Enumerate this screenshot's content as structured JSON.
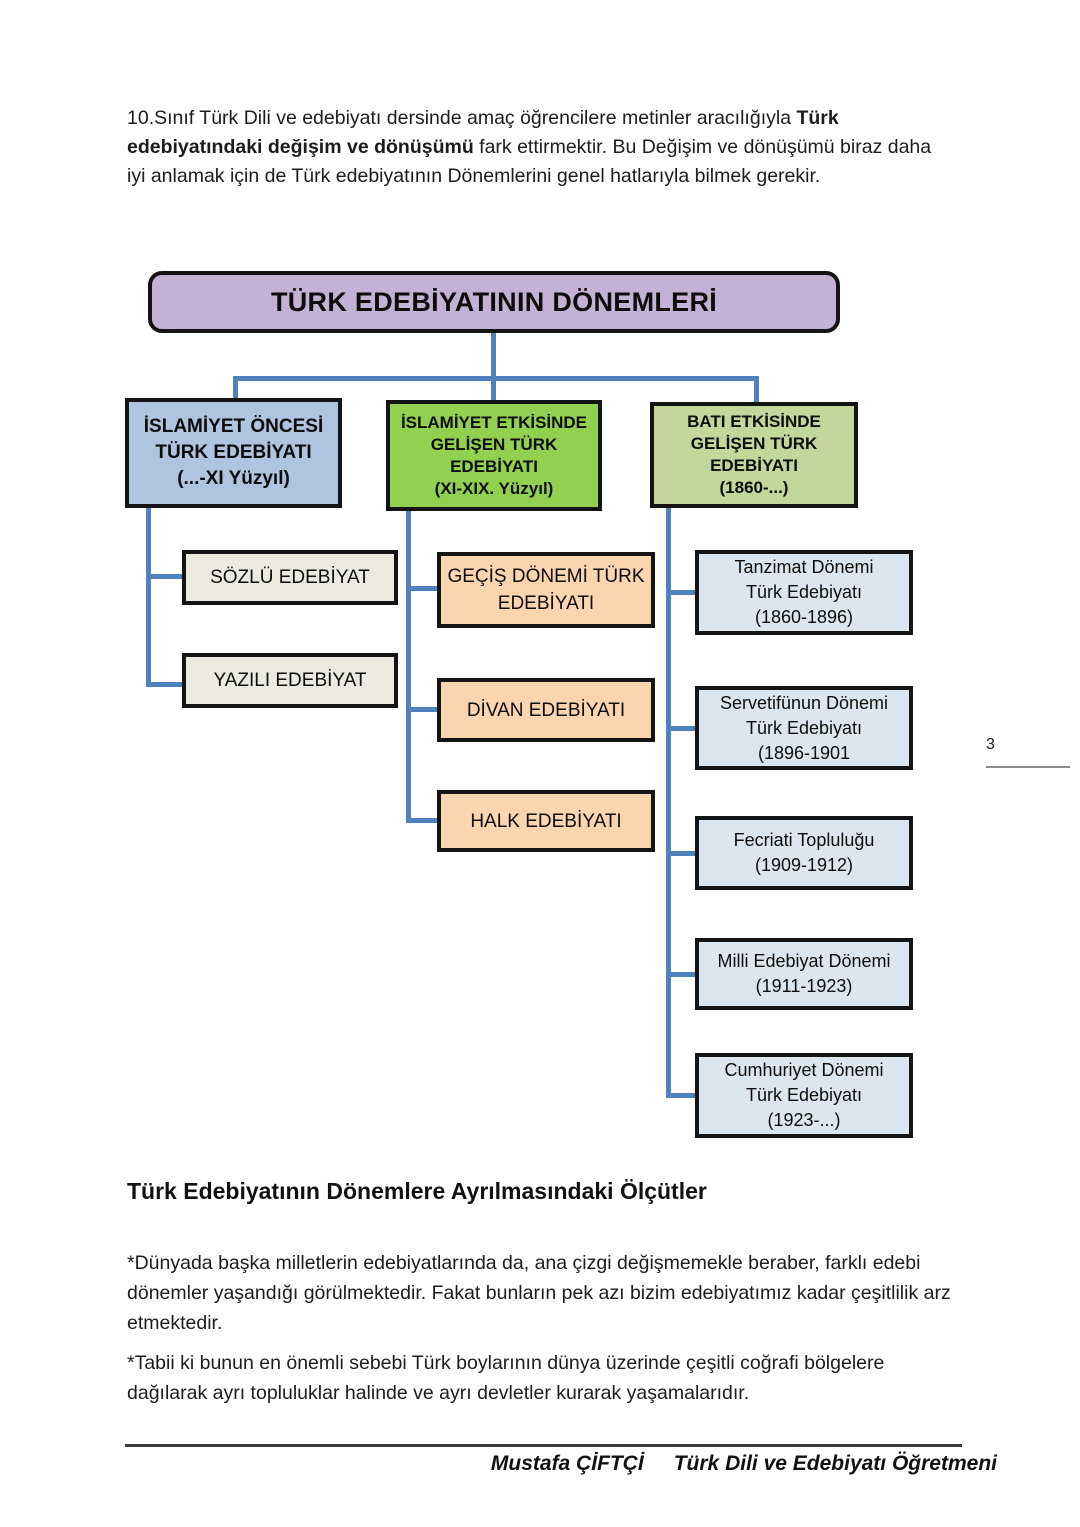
{
  "intro": {
    "part1": "10.Sınıf Türk Dili ve edebiyatı dersinde amaç öğrencilere metinler aracılığıyla ",
    "bold": "Türk edebiyatındaki değişim ve dönüşümü",
    "part2": " fark ettirmektir. Bu Değişim ve dönüşümü biraz daha iyi anlamak için de Türk edebiyatının Dönemlerini genel hatlarıyla bilmek gerekir."
  },
  "diagram": {
    "title": "TÜRK EDEBİYATININ DÖNEMLERİ",
    "colors": {
      "title_box": "#c3b2d5",
      "branch_pre_islamic": "#afc4de",
      "branch_islamic": "#92d050",
      "branch_western": "#c3d69b",
      "child_neutral": "#eceadf",
      "child_orange": "#fbd4b0",
      "child_blue": "#dce6f1",
      "connector": "#4f81bd"
    },
    "branches": [
      {
        "id": "pre-islamic",
        "label": "İSLAMİYET ÖNCESİ\nTÜRK EDEBİYATI\n(...-XI Yüzyıl)",
        "children": [
          "SÖZLÜ EDEBİYAT",
          "YAZILI EDEBİYAT"
        ]
      },
      {
        "id": "islamic",
        "label": "İSLAMİYET ETKİSİNDE\nGELİŞEN TÜRK\nEDEBİYATI\n(XI-XIX. Yüzyıl)",
        "children": [
          "GEÇİŞ DÖNEMİ TÜRK\nEDEBİYATI",
          "DİVAN EDEBİYATI",
          "HALK EDEBİYATI"
        ]
      },
      {
        "id": "western",
        "label": "BATI ETKİSİNDE\nGELİŞEN TÜRK\nEDEBİYATI\n(1860-...)",
        "children": [
          "Tanzimat Dönemi\nTürk Edebiyatı\n(1860-1896)",
          "Servetifünun Dönemi\nTürk Edebiyatı\n(1896-1901",
          "Fecriati Topluluğu\n(1909-1912)",
          "Milli Edebiyat Dönemi\n(1911-1923)",
          "Cumhuriyet Dönemi\nTürk Edebiyatı\n(1923-...)"
        ]
      }
    ]
  },
  "page_number": "3",
  "section": {
    "heading": "Türk Edebiyatının Dönemlere Ayrılmasındaki Ölçütler",
    "paragraph1": "*Dünyada başka milletlerin edebiyatlarında da, ana çizgi değişmemekle beraber, farklı edebi dönemler yaşandığı görülmektedir. Fakat bunların pek azı bizim edebiyatımız kadar çeşitlilik arz etmektedir.",
    "paragraph2": "*Tabii ki bunun en önemli sebebi Türk boylarının dünya üzerinde çeşitli coğrafi bölgelere dağılarak ayrı topluluklar halinde ve ayrı devletler kurarak yaşamalarıdır."
  },
  "footer": {
    "author": "Mustafa ÇİFTÇİ",
    "role": "Türk Dili ve Edebiyatı Öğretmeni"
  }
}
